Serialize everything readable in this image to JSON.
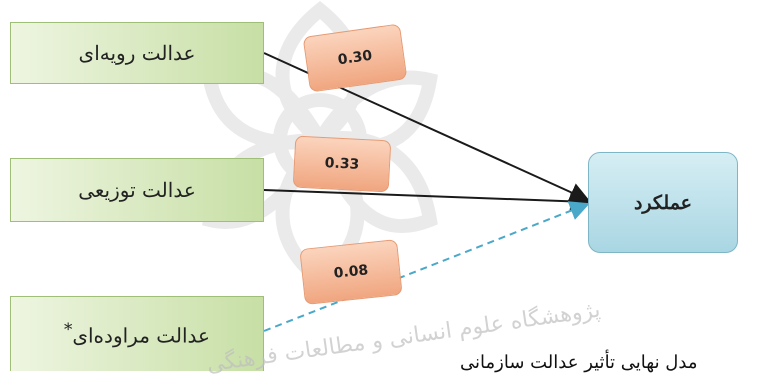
{
  "nodes": {
    "procedural": "عدالت رویه‌ای",
    "distributive": "عدالت توزیعی",
    "interactional": "عدالت مراوده‌ای",
    "interactional_mark": "*",
    "performance": "عملکرد"
  },
  "coefficients": {
    "procedural": "0.30",
    "distributive": "0.33",
    "interactional": "0.08"
  },
  "colors": {
    "significant_path": "#1a1a1a",
    "nonsignificant_path": "#4aa8c8"
  },
  "watermark_text": "پژوهشگاه علوم انسانی و مطالعات فرهنگی",
  "caption_fragment": "مدل نهایی تأثیر عدالت سازمانی"
}
